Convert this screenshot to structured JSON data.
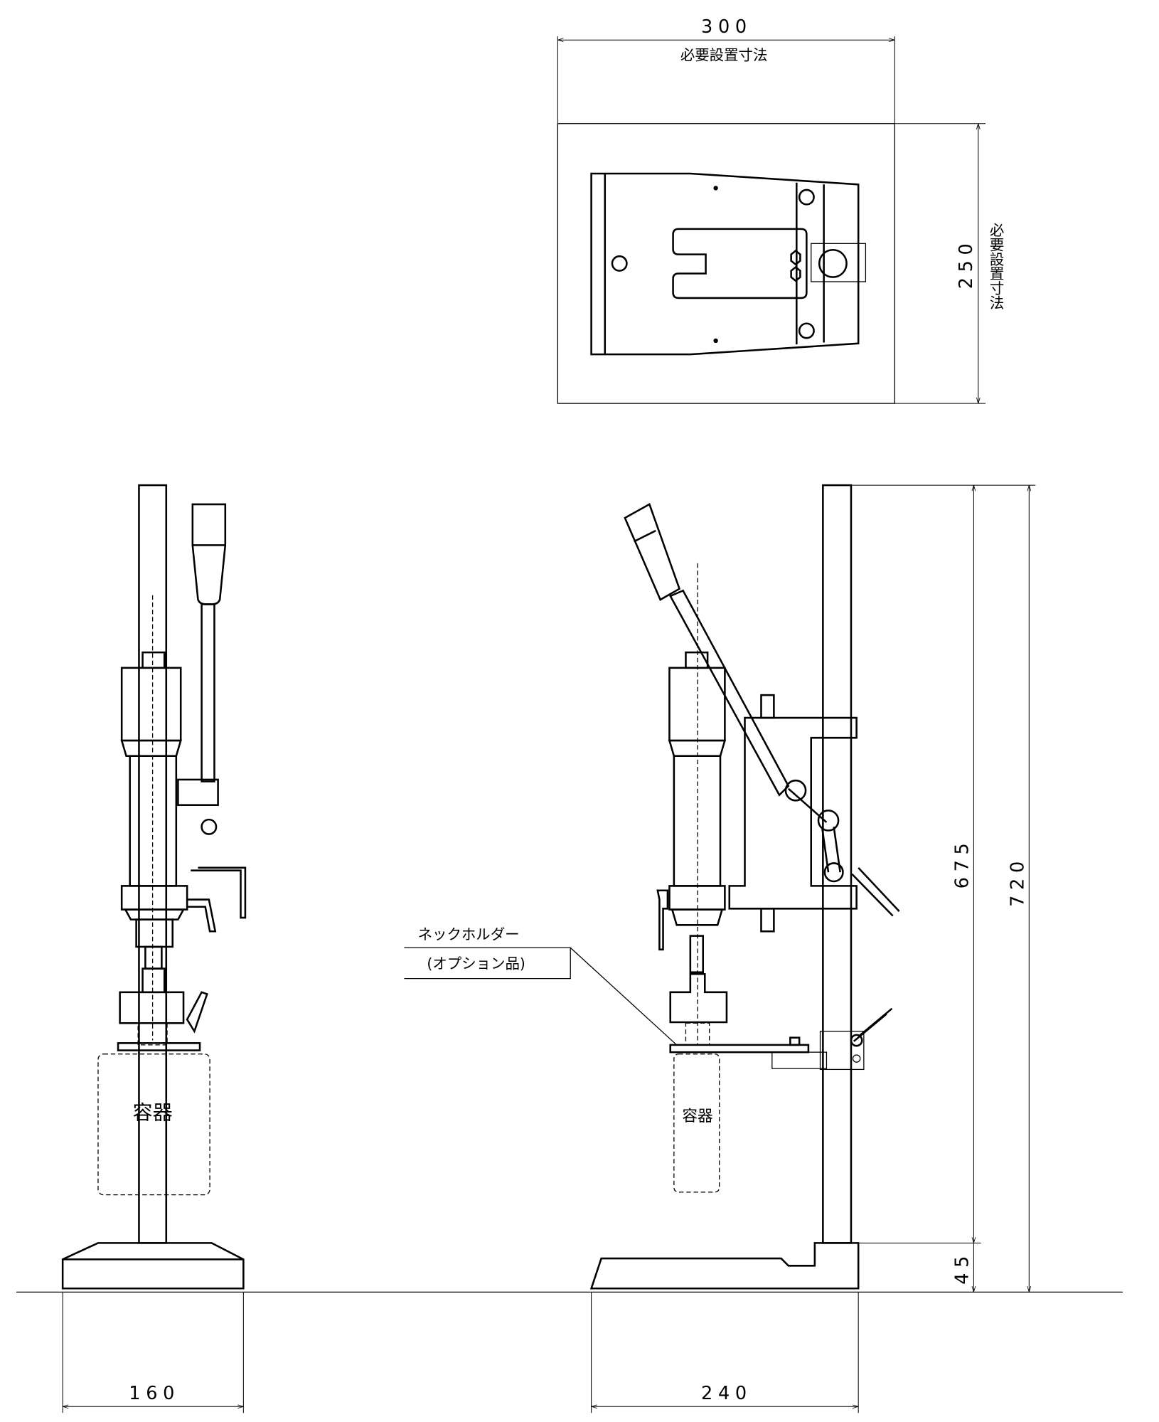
{
  "top_view": {
    "width_dim": "300",
    "width_label": "必要設置寸法",
    "depth_dim": "250",
    "depth_label": "必要設置寸法"
  },
  "front_view": {
    "container_label": "容器",
    "base_width_dim": "160"
  },
  "side_view": {
    "container_label": "容器",
    "neck_holder_label": "ネックホルダー",
    "option_label": "(オプション品)",
    "column_height_dim": "675",
    "base_height_dim": "45",
    "total_height_dim": "720",
    "base_width_dim": "240"
  }
}
